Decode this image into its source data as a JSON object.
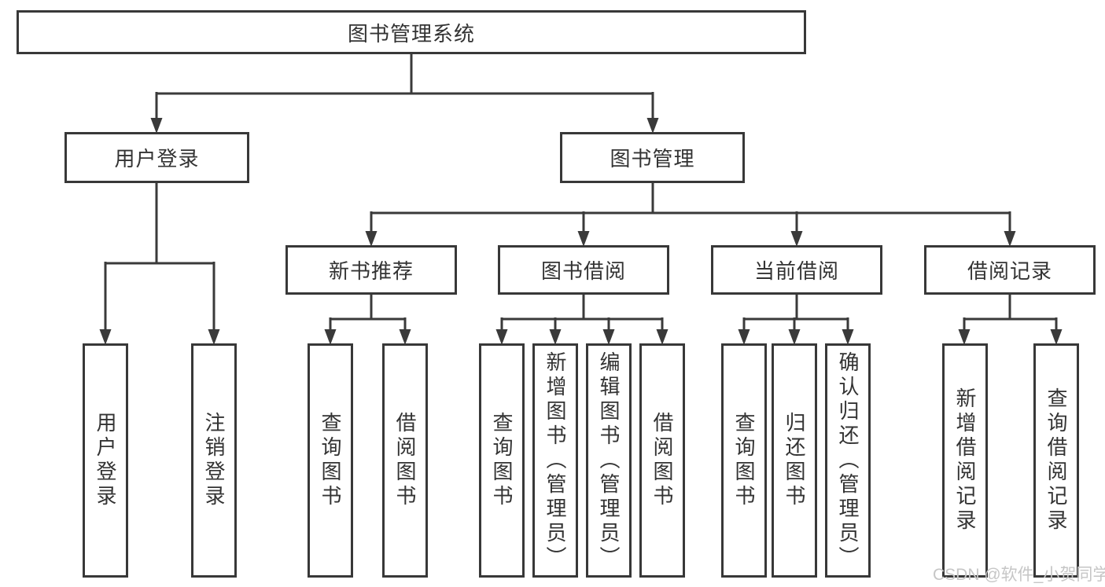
{
  "tree": {
    "label": "图书管理系统",
    "children": [
      {
        "label": "用户登录",
        "children": [
          {
            "label": "用户登录"
          },
          {
            "label": "注销登录"
          }
        ]
      },
      {
        "label": "图书管理",
        "children": [
          {
            "label": "新书推荐",
            "children": [
              {
                "label": "查询图书"
              },
              {
                "label": "借阅图书"
              }
            ]
          },
          {
            "label": "图书借阅",
            "children": [
              {
                "label": "查询图书"
              },
              {
                "label": "新增图书（管理员）"
              },
              {
                "label": "编辑图书（管理员）"
              },
              {
                "label": "借阅图书"
              }
            ]
          },
          {
            "label": "当前借阅",
            "children": [
              {
                "label": "查询图书"
              },
              {
                "label": "归还图书"
              },
              {
                "label": "确认归还（管理员）"
              }
            ]
          },
          {
            "label": "借阅记录",
            "children": [
              {
                "label": "新增借阅记录"
              },
              {
                "label": "查询借阅记录"
              }
            ]
          }
        ]
      }
    ]
  },
  "watermark": {
    "text": "CSDN @软件_小贺同学"
  },
  "colors": {
    "line": "#3a3a3a",
    "border": "#383838",
    "text": "#333333",
    "watermark": "#c6c6c6",
    "background": "#ffffff"
  }
}
